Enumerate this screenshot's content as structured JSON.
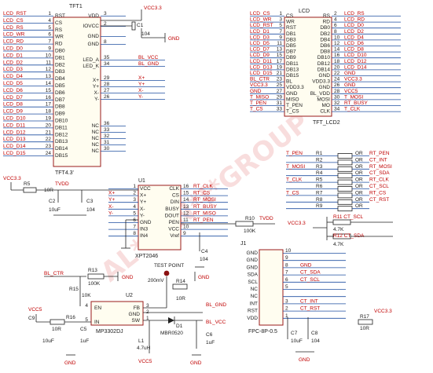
{
  "tft1": {
    "title": "TFT1",
    "caption": "TFT4.3'",
    "vcc_label": "VCC3.3",
    "cap_label": "C1",
    "cap_value": "104",
    "gnd_label": "GND",
    "left_pins": [
      {
        "net": "LCD_RST",
        "num": "1",
        "name": "RST"
      },
      {
        "net": "LCD_CS",
        "num": "4",
        "name": "CS"
      },
      {
        "net": "LCD_RS",
        "num": "5",
        "name": "RS"
      },
      {
        "net": "LCD_WR",
        "num": "6",
        "name": "WR"
      },
      {
        "net": "LCD_RD",
        "num": "7",
        "name": "RD"
      },
      {
        "net": "LCD_D0",
        "num": "9",
        "name": "DB0"
      },
      {
        "net": "LCD_D1",
        "num": "10",
        "name": "DB1"
      },
      {
        "net": "LCD_D2",
        "num": "11",
        "name": "DB2"
      },
      {
        "net": "LCD_D3",
        "num": "12",
        "name": "DB3"
      },
      {
        "net": "LCD_D4",
        "num": "13",
        "name": "DB4"
      },
      {
        "net": "LCD_D5",
        "num": "14",
        "name": "DB5"
      },
      {
        "net": "LCD_D6",
        "num": "15",
        "name": "DB6"
      },
      {
        "net": "LCD_D7",
        "num": "16",
        "name": "DB7"
      },
      {
        "net": "LCD_D8",
        "num": "17",
        "name": "DB8"
      },
      {
        "net": "LCD_D9",
        "num": "18",
        "name": "DB9"
      },
      {
        "net": "LCD_D10",
        "num": "19",
        "name": "DB10"
      },
      {
        "net": "LCD_D11",
        "num": "20",
        "name": "DB11"
      },
      {
        "net": "LCD_D12",
        "num": "21",
        "name": "DB12"
      },
      {
        "net": "LCD_D13",
        "num": "22",
        "name": "DB13"
      },
      {
        "net": "LCD_D14",
        "num": "23",
        "name": "DB14"
      },
      {
        "net": "LCD_D15",
        "num": "24",
        "name": "DB15"
      }
    ],
    "right_pins": [
      {
        "name": "VDD",
        "num": "3",
        "net": ""
      },
      {
        "name": "IOVCC",
        "num": "2",
        "net": ""
      },
      {
        "name": "GND",
        "num": "",
        "net": ""
      },
      {
        "name": "GND",
        "num": "8",
        "net": ""
      },
      {
        "name": "LED_A",
        "num": "35",
        "net": "BL_VCC"
      },
      {
        "name": "LED_K",
        "num": "34",
        "net": "BL_GND"
      },
      {
        "name": "X+",
        "num": "29",
        "net": "X+"
      },
      {
        "name": "Y+",
        "num": "28",
        "net": "Y+"
      },
      {
        "name": "X-",
        "num": "27",
        "net": "X-"
      },
      {
        "name": "Y-",
        "num": "26",
        "net": "Y-"
      },
      {
        "name": "NC",
        "num": "36",
        "net": ""
      },
      {
        "name": "NC",
        "num": "33",
        "net": ""
      },
      {
        "name": "NC",
        "num": "32",
        "net": ""
      },
      {
        "name": "NC",
        "num": "31",
        "net": ""
      },
      {
        "name": "NC",
        "num": "30",
        "net": ""
      }
    ]
  },
  "lcd": {
    "title": "LCD",
    "caption": "TFT_LCD2",
    "left_pins": [
      {
        "net": "LCD_CS",
        "num": "1",
        "name": "CS"
      },
      {
        "net": "LCD_WR",
        "num": "3",
        "name": "WR"
      },
      {
        "net": "LCD_RST",
        "num": "5",
        "name": "RST"
      },
      {
        "net": "LCD_D1",
        "num": "7",
        "name": "DB1"
      },
      {
        "net": "LCD_D3",
        "num": "9",
        "name": "DB3"
      },
      {
        "net": "LCD_D5",
        "num": "11",
        "name": "DB5"
      },
      {
        "net": "LCD_D7",
        "num": "13",
        "name": "DB7"
      },
      {
        "net": "LCD_D9",
        "num": "15",
        "name": "DB9"
      },
      {
        "net": "LCD_D11",
        "num": "17",
        "name": "DB11"
      },
      {
        "net": "LCD_D13",
        "num": "19",
        "name": "DB13"
      },
      {
        "net": "LCD_D15",
        "num": "21",
        "name": "DB15"
      },
      {
        "net": "BL_CTR",
        "num": "23",
        "name": "BL"
      },
      {
        "net": "VCC3.3",
        "num": "25",
        "name": "VDD3.3"
      },
      {
        "net": "GND",
        "num": "27",
        "name": "GND"
      },
      {
        "net": "T_MISO",
        "num": "29",
        "name": "MISO"
      },
      {
        "net": "T_PEN",
        "num": "31",
        "name": "T_PEN"
      },
      {
        "net": "T_CS",
        "num": "33",
        "name": "T_CS"
      }
    ],
    "right_pins": [
      {
        "name": "RS",
        "num": "2",
        "net": "LCD_RS"
      },
      {
        "name": "RD",
        "num": "4",
        "net": "LCD_RD"
      },
      {
        "name": "DB0",
        "num": "6",
        "net": "LCD_D0"
      },
      {
        "name": "DB2",
        "num": "8",
        "net": "LCD_D2"
      },
      {
        "name": "DB4",
        "num": "10",
        "net": "LCD_D4"
      },
      {
        "name": "DB6",
        "num": "12",
        "net": "LCD_D6"
      },
      {
        "name": "DB8",
        "num": "14",
        "net": "LCD_D8"
      },
      {
        "name": "DB10",
        "num": "16",
        "net": "LCD_D10"
      },
      {
        "name": "DB12",
        "num": "18",
        "net": "LCD_D12"
      },
      {
        "name": "DB14",
        "num": "20",
        "net": "LCD_D14"
      },
      {
        "name": "GND",
        "num": "22",
        "net": "GND"
      },
      {
        "name": "VDD3.3",
        "num": "24",
        "net": "VCC3.3"
      },
      {
        "name": "GND",
        "num": "26",
        "net": "GND"
      },
      {
        "name": "BL_VDD",
        "num": "28",
        "net": "VCC5"
      },
      {
        "name": "MOSI",
        "num": "30",
        "net": "T_MOSI"
      },
      {
        "name": "MO",
        "num": "32",
        "net": "RT_BUSY"
      },
      {
        "name": "CLK",
        "num": "34",
        "net": "T_CLK"
      }
    ]
  },
  "rnet": [
    {
      "left": "T_PEN",
      "ref": "R1",
      "right": "RT_PEN"
    },
    {
      "left": "",
      "ref": "R2",
      "right": "CT_INT"
    },
    {
      "left": "T_MOSI",
      "ref": "R3",
      "right": "RT_MOSI"
    },
    {
      "left": "",
      "ref": "R4",
      "right": "CT_SDA"
    },
    {
      "left": "T_CLK",
      "ref": "R5",
      "right": "RT_CLK"
    },
    {
      "left": "",
      "ref": "R6",
      "right": "CT_SCL"
    },
    {
      "left": "T_CS",
      "ref": "R7",
      "right": "RT_CS"
    },
    {
      "left": "",
      "ref": "R8",
      "right": "CT_RST"
    },
    {
      "left": "",
      "ref": "R9",
      "right": ""
    }
  ],
  "u1": {
    "title": "U1",
    "caption": "XPT2046",
    "vcc_left": "VCC3.3",
    "r5": "R5",
    "r5_value": "10R",
    "tvdd": "TVDD",
    "c2": "C2",
    "c2_value": "10uF",
    "c3": "C3",
    "c3_value": "104",
    "r10": "R10",
    "r10_value": "100K",
    "c4": "C4",
    "c4_value": "104",
    "left_pins": [
      {
        "net": "",
        "num": "1",
        "name": "VCC"
      },
      {
        "net": "X+",
        "num": "2",
        "name": "X+"
      },
      {
        "net": "Y+",
        "num": "3",
        "name": "Y+"
      },
      {
        "net": "X-",
        "num": "4",
        "name": "X-"
      },
      {
        "net": "Y-",
        "num": "5",
        "name": "Y-"
      },
      {
        "net": "",
        "num": "6",
        "name": "GND"
      },
      {
        "net": "",
        "num": "7",
        "name": "IN3"
      },
      {
        "net": "",
        "num": "8",
        "name": "IN4"
      }
    ],
    "right_pins": [
      {
        "name": "CLK",
        "num": "16",
        "net": "RT_CLK"
      },
      {
        "name": "CS",
        "num": "15",
        "net": "RT_CS"
      },
      {
        "name": "DIN",
        "num": "14",
        "net": "RT_MOSI"
      },
      {
        "name": "BUSY",
        "num": "13",
        "net": "RT_BUSY"
      },
      {
        "name": "DOUT",
        "num": "12",
        "net": "RT_MISO"
      },
      {
        "name": "PEN",
        "num": "11",
        "net": "RT_PEN"
      },
      {
        "name": "VCC",
        "num": "10",
        "net": ""
      },
      {
        "name": "Vref",
        "num": "9",
        "net": ""
      }
    ]
  },
  "u2": {
    "title": "U2",
    "caption": "MP3302DJ",
    "bl_ctr": "BL_CTR",
    "r13": "R13",
    "r13_value": "100K",
    "r15": "R15",
    "r15_value": "10K",
    "gnd": "GND",
    "gnd_plain": "GND",
    "vcc5": "VCC5",
    "r16": "R16",
    "r16_value": "10R",
    "c9": "C9",
    "c9_value": "10uF",
    "c5": "C5",
    "c5_value": "1uF",
    "test_point": "TEST POINT",
    "test_mv": "200mV",
    "r14": "R14",
    "r14_value": "10R",
    "bl_gnd": "BL_GND",
    "bl_vcc": "BL_VCC",
    "d1": "D1",
    "d1_part": "MBR0520",
    "l1": "L1",
    "l1_value": "4.7uH",
    "c6": "C6",
    "c6_value": "1uF",
    "pins": [
      {
        "name": "EN",
        "num": "4",
        "side": "left"
      },
      {
        "name": "IN",
        "num": "5",
        "side": "left"
      },
      {
        "name": "FB",
        "num": "3",
        "side": "right"
      },
      {
        "name": "GND",
        "num": "2",
        "side": "right"
      },
      {
        "name": "SW",
        "num": "1",
        "side": "right"
      }
    ]
  },
  "j1": {
    "title": "J1",
    "caption": "FPC-8P-0.5",
    "c7": "C7",
    "c7_value": "10uF",
    "c8": "C8",
    "c8_value": "104",
    "r17": "R17",
    "r17_value": "10R",
    "vcc": "VCC3.3",
    "gnd_plain": "GND",
    "pins": [
      {
        "name": "GND",
        "num": "10",
        "net": ""
      },
      {
        "name": "GND",
        "num": "9",
        "net": ""
      },
      {
        "name": "GND",
        "num": "8",
        "net": "GND"
      },
      {
        "name": "SDA",
        "num": "7",
        "net": "CT_SDA"
      },
      {
        "name": "SCL",
        "num": "6",
        "net": "CT_SCL"
      },
      {
        "name": "NC",
        "num": "5",
        "net": ""
      },
      {
        "name": "NC",
        "num": "",
        "net": ""
      },
      {
        "name": "INT",
        "num": "3",
        "net": "CT_INT"
      },
      {
        "name": "RST",
        "num": "2",
        "net": "CT_RST"
      },
      {
        "name": "VDD",
        "num": "1",
        "net": ""
      }
    ]
  },
  "pullups": {
    "vcc": "VCC3.3",
    "r11": "R11 CT_SCL",
    "r11_value": "4.7K",
    "r12": "R12 CT_SDA",
    "r12_value": "4.7K"
  }
}
